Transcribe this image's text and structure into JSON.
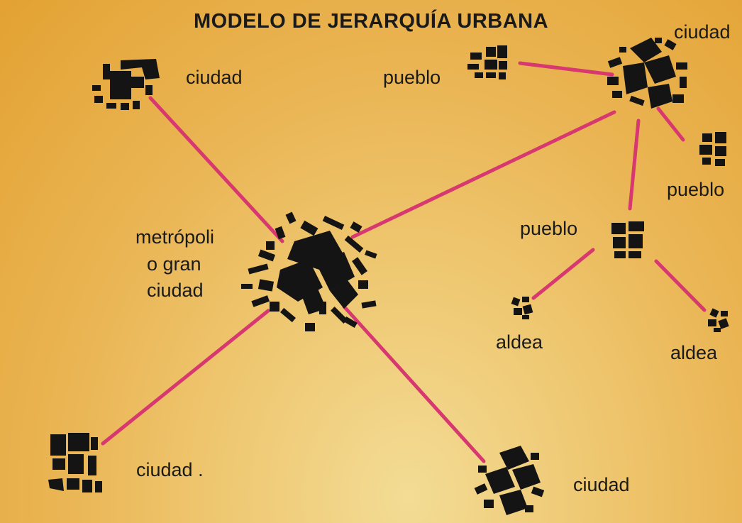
{
  "title": "MODELO DE JERARQUÍA URBANA",
  "labels": {
    "metropolis_line1": "metrópoli",
    "metropolis_line2": "o gran",
    "metropolis_line3": "ciudad",
    "ciudad_top_left": "ciudad",
    "ciudad_top_right": "ciudad",
    "ciudad_bottom_left": "ciudad .",
    "ciudad_bottom_right": "ciudad",
    "pueblo_top": "pueblo",
    "pueblo_right": "pueblo",
    "pueblo_middle": "pueblo",
    "aldea_left": "aldea",
    "aldea_right": "aldea"
  },
  "colors": {
    "link": "#d6386f",
    "settlement": "#141414",
    "text": "#1a1a1a"
  }
}
